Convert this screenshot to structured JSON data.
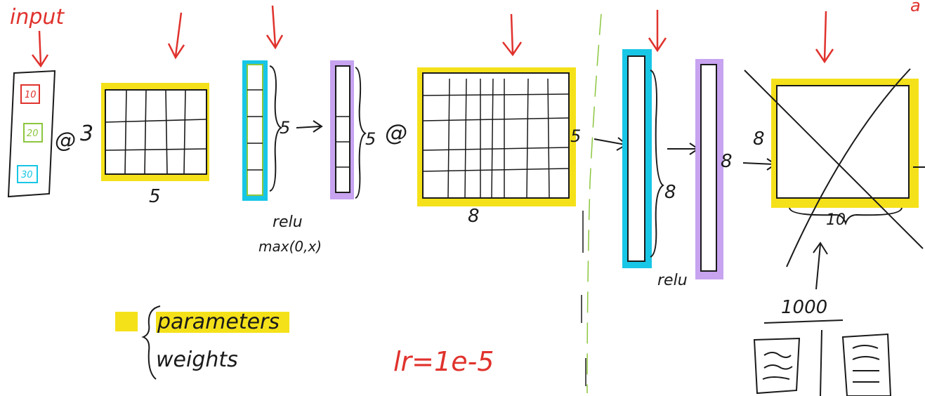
{
  "labels": {
    "input": "input",
    "input_values": [
      "10",
      "20",
      "30"
    ],
    "at_1": "@",
    "three": "3",
    "w1_width": "5",
    "bias1_dim": "5",
    "relu_1": "relu",
    "relu_formula": "max(0,x)",
    "bias2_dim": "5",
    "at_2": "@",
    "w2_rows": "5",
    "w2_width": "8",
    "dim8_a": "8",
    "dim8_b": "8",
    "dim8_c": "8",
    "relu_2": "relu",
    "w3_width": "10",
    "count": "1000",
    "legend_param": "parameters",
    "legend_weights": "weights",
    "lr": "lr=1e-5",
    "cut_letter": "a"
  },
  "colors": {
    "red": "#e0322d",
    "yellow": "#f5e11a",
    "cyan": "#18c6e6",
    "purple": "#c7a3f0",
    "green": "#8cc63f",
    "ink": "#1a1a1a"
  }
}
